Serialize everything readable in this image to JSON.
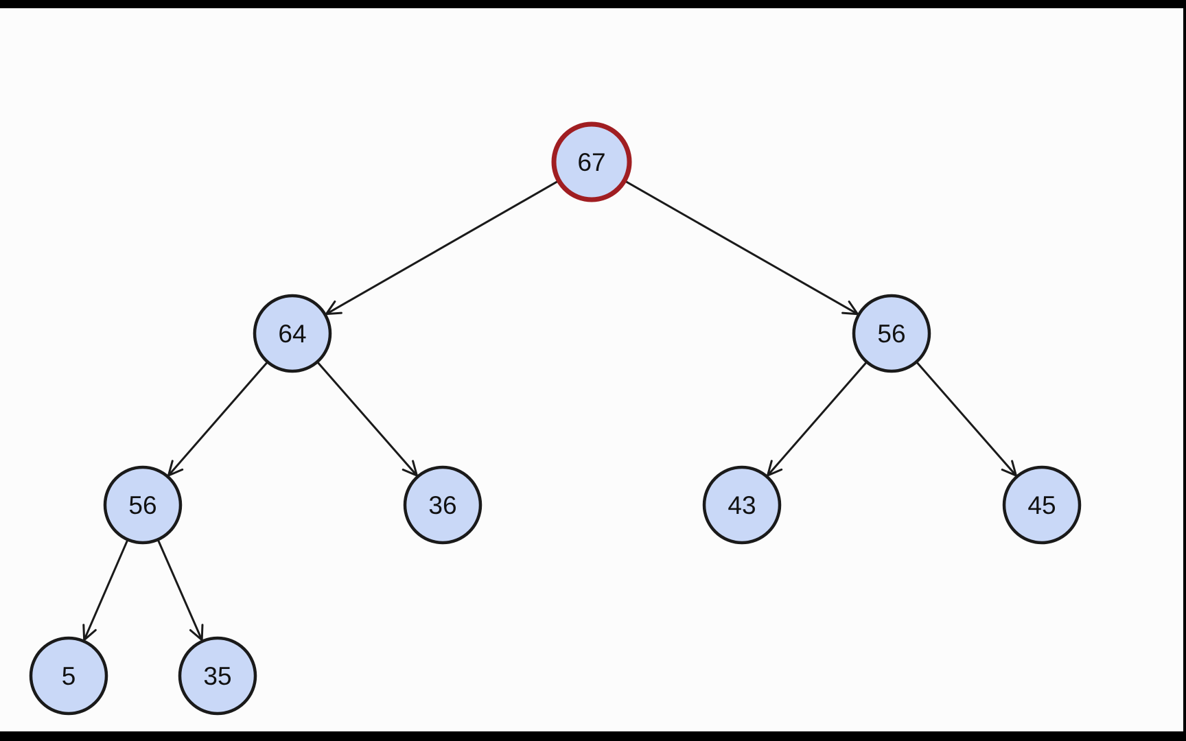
{
  "tree": {
    "nodes": [
      {
        "id": "n67",
        "label": "67",
        "highlighted": true
      },
      {
        "id": "n64",
        "label": "64",
        "highlighted": false
      },
      {
        "id": "n56a",
        "label": "56",
        "highlighted": false
      },
      {
        "id": "n56b",
        "label": "56",
        "highlighted": false
      },
      {
        "id": "n36",
        "label": "36",
        "highlighted": false
      },
      {
        "id": "n43",
        "label": "43",
        "highlighted": false
      },
      {
        "id": "n45",
        "label": "45",
        "highlighted": false
      },
      {
        "id": "n5",
        "label": "5",
        "highlighted": false
      },
      {
        "id": "n35",
        "label": "35",
        "highlighted": false
      }
    ],
    "edges": [
      {
        "from": "n67",
        "to": "n64"
      },
      {
        "from": "n67",
        "to": "n56a"
      },
      {
        "from": "n64",
        "to": "n56b"
      },
      {
        "from": "n64",
        "to": "n36"
      },
      {
        "from": "n56a",
        "to": "n43"
      },
      {
        "from": "n56a",
        "to": "n45"
      },
      {
        "from": "n56b",
        "to": "n5"
      },
      {
        "from": "n56b",
        "to": "n35"
      }
    ]
  },
  "colors": {
    "node_fill": "#c9d8f7",
    "node_stroke": "#1a1a1a",
    "highlight_stroke": "#a01e22",
    "edge": "#1a1a1a"
  }
}
